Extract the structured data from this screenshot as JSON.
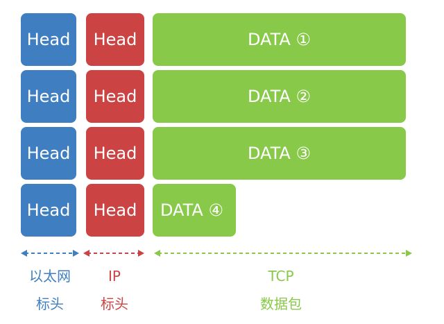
{
  "rows": [
    {
      "eth": "Head",
      "ip": "Head",
      "tcp": "DATA ①"
    },
    {
      "eth": "Head",
      "ip": "Head",
      "tcp": "DATA ②"
    },
    {
      "eth": "Head",
      "ip": "Head",
      "tcp": "DATA ③"
    },
    {
      "eth": "Head",
      "ip": "Head",
      "tcp": "DATA ④"
    }
  ],
  "labels": {
    "eth": {
      "line1": "以太网",
      "line2": "标头"
    },
    "ip": {
      "line1": "IP",
      "line2": "标头"
    },
    "tcp": {
      "line1": "TCP",
      "line2": "数据包"
    }
  },
  "colors": {
    "eth": "#3f7fc1",
    "ip": "#cc4343",
    "tcp": "#88c94a"
  }
}
